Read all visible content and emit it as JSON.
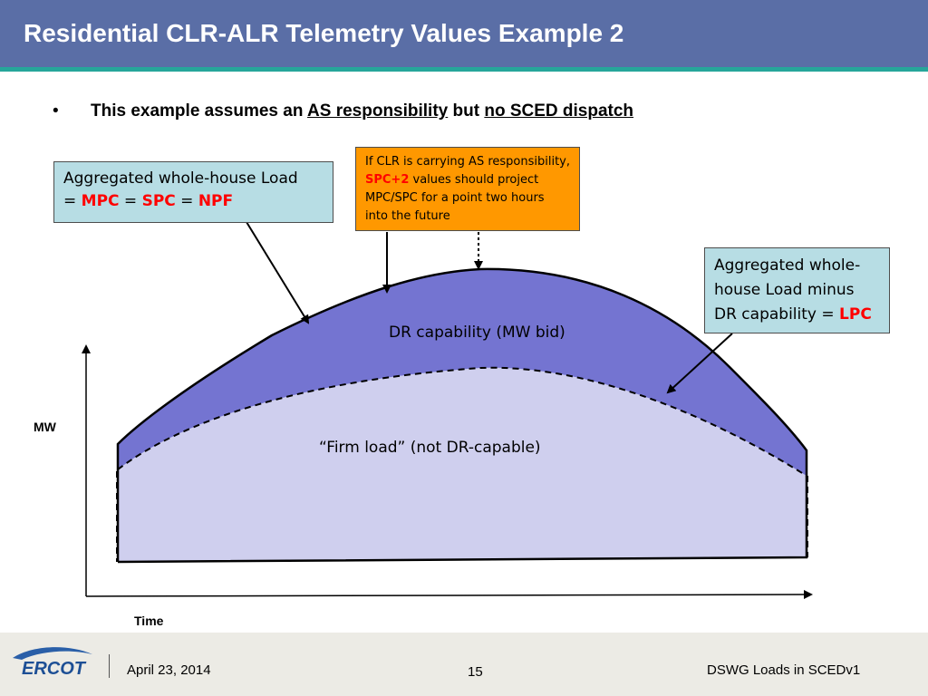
{
  "header": {
    "title": "Residential CLR-ALR Telemetry Values Example 2"
  },
  "bullet": {
    "marker": "•",
    "text_start": "This example assumes an ",
    "link1": "AS responsibility",
    "text_mid": " but ",
    "link2": "no SCED dispatch"
  },
  "callouts": {
    "left": {
      "line1": "Aggregated whole-house Load",
      "eq1": "= ",
      "mpc": "MPC",
      "eq2": " = ",
      "spc": "SPC",
      "eq3": " = ",
      "npf": "NPF"
    },
    "orange": {
      "text_start": "If CLR is carrying AS responsibility, ",
      "spc2": "SPC+2",
      "text_end": " values should project MPC/SPC for a point two hours into the future"
    },
    "right": {
      "text": "Aggregated whole-house Load minus DR capability = ",
      "lpc": "LPC"
    }
  },
  "diagram": {
    "dr_capability_label": "DR capability (MW bid)",
    "firm_load_label": "“Firm load” (not DR-capable)",
    "y_axis_label": "MW",
    "x_axis_label": "Time",
    "colors": {
      "dr_fill": "#7474d1",
      "firm_fill": "#cfcfee",
      "callout_blue": "#b7dde4",
      "callout_orange": "#ff9800",
      "highlight_red": "#ff0000"
    }
  },
  "footer": {
    "logo_text": "ERCOT",
    "date": "April 23, 2014",
    "page_number": "15",
    "right_text": "DSWG Loads in SCEDv1"
  }
}
